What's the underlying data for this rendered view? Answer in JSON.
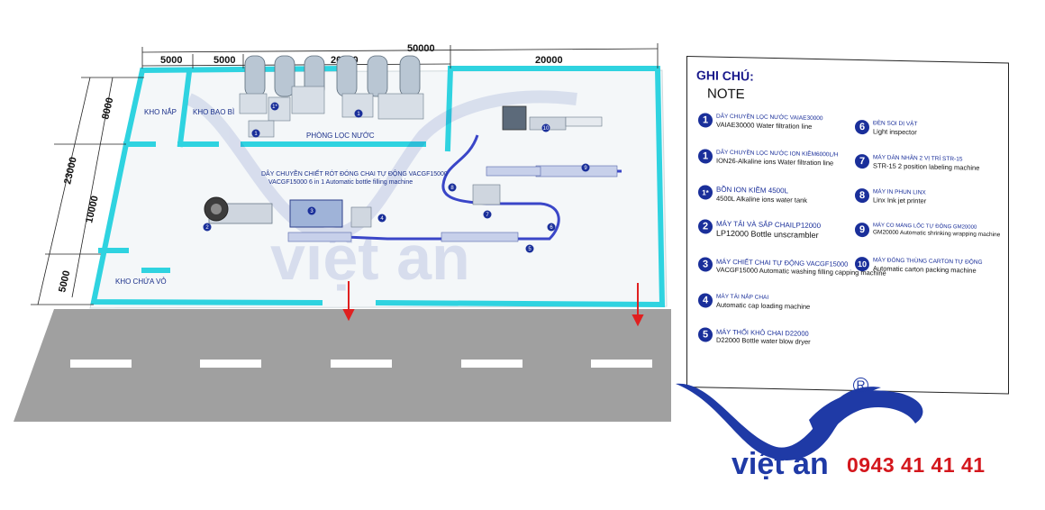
{
  "plan": {
    "dimensions": {
      "top_total": "50000",
      "top_a": "5000",
      "top_b": "5000",
      "top_c": "20000",
      "top_d": "20000",
      "left_total": "23000",
      "left_a": "8000",
      "left_b": "10000",
      "left_c": "5000"
    },
    "rooms": {
      "kho_nap": "KHO NẮP",
      "kho_bao_bi": "KHO BAO BÌ",
      "phong_loc": "PHÒNG LỌC NƯỚC",
      "kho_chua_vo": "KHO CHỨA VỎ"
    },
    "line_title": "DÂY CHUYỀN CHIẾT RÓT ĐÓNG CHAI TỰ ĐỘNG VACGF15000",
    "line_subtitle": "VACGF15000 6 in 1 Automatic bottle filling machine",
    "markers": [
      "1",
      "1",
      "1*",
      "2",
      "3",
      "4",
      "5",
      "6",
      "7",
      "8",
      "9",
      "10"
    ],
    "watermark": "việt an"
  },
  "legend": {
    "ghi_chu": "GHI CHÚ:",
    "note": "NOTE",
    "items": [
      {
        "num": "1",
        "vn": "DÂY CHUYỀN LỌC NƯỚC VAIAE30000",
        "en": "VAIAE30000 Water filtration line"
      },
      {
        "num": "1",
        "vn": "DÂY CHUYỀN LỌC NƯỚC ION KIỀM6000L/H",
        "en": "ION26-Alkaline ions Water filtration line"
      },
      {
        "num": "1*",
        "vn": "BỒN ION KIỀM 4500L",
        "en": "4500L Alkaline ions water tank"
      },
      {
        "num": "2",
        "vn": "MÁY TẢI VÀ SẮP CHAILP12000",
        "en": "LP12000 Bottle unscrambler"
      },
      {
        "num": "3",
        "vn": "MÁY CHIẾT CHAI TỰ ĐỘNG VACGF15000",
        "en": "VACGF15000 Automatic washing filling capping machine"
      },
      {
        "num": "4",
        "vn": "MÁY TẢI NẮP CHAI",
        "en": "Automatic cap loading machine"
      },
      {
        "num": "5",
        "vn": "MÁY THỔI KHÔ CHAI D22000",
        "en": "D22000 Bottle water blow dryer"
      },
      {
        "num": "6",
        "vn": "ĐÈN SOI DỊ VẬT",
        "en": "Light inspector"
      },
      {
        "num": "7",
        "vn": "MÁY DÁN NHÃN 2 VỊ TRÍ STR-15",
        "en": "STR-15 2 position labeling machine"
      },
      {
        "num": "8",
        "vn": "MÁY IN PHUN LINX",
        "en": "Linx Ink jet printer"
      },
      {
        "num": "9",
        "vn": "MÁY CO MÀNG LỐC TỰ ĐỘNG GM20000",
        "en": "GM20000 Automatic shrinking wrapping machine"
      },
      {
        "num": "10",
        "vn": "MÁY ĐÓNG THÙNG CARTON TỰ ĐỘNG",
        "en": "Automatic carton packing machine"
      }
    ]
  },
  "brand": {
    "name": "việt an",
    "phone": "0943 41 41 41",
    "registered": "R"
  },
  "colors": {
    "wall": "#2fd3e0",
    "road": "#a0a0a0",
    "brand_blue": "#1f3aa6",
    "phone_red": "#d4171d",
    "arrow": "#e02020"
  }
}
